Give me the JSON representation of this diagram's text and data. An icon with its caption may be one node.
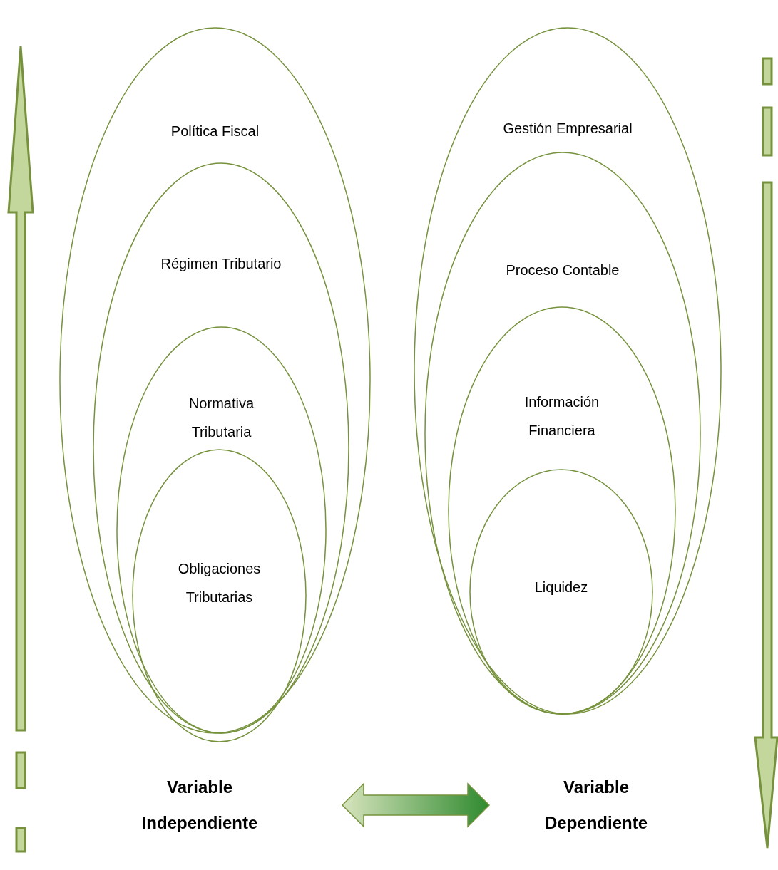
{
  "diagram": {
    "nodes": [
      {
        "text": [
          "Política Fiscal"
        ]
      },
      {
        "text": [
          "Régimen Tributario"
        ],
        "in": 0
      },
      {
        "text": [
          "Normativa Tributaria"
        ],
        "in": 1
      },
      {
        "text": [
          "Obligaciones Tributarias"
        ],
        "in": 2
      },
      {
        "text": [
          "Gestión Empresarial"
        ]
      },
      {
        "text": [
          "Proceso Contable"
        ],
        "in": 4
      },
      {
        "text": [
          "Información Financiera"
        ],
        "in": 5
      },
      {
        "text": [
          "Liquidez"
        ],
        "in": 6
      },
      {
        "text": [
          "Variable Independiente"
        ]
      },
      {
        "text": [
          "Variable Dependiente"
        ]
      }
    ],
    "edges": [
      {
        "from": 8,
        "to": 9,
        "arrow": "both"
      }
    ]
  }
}
